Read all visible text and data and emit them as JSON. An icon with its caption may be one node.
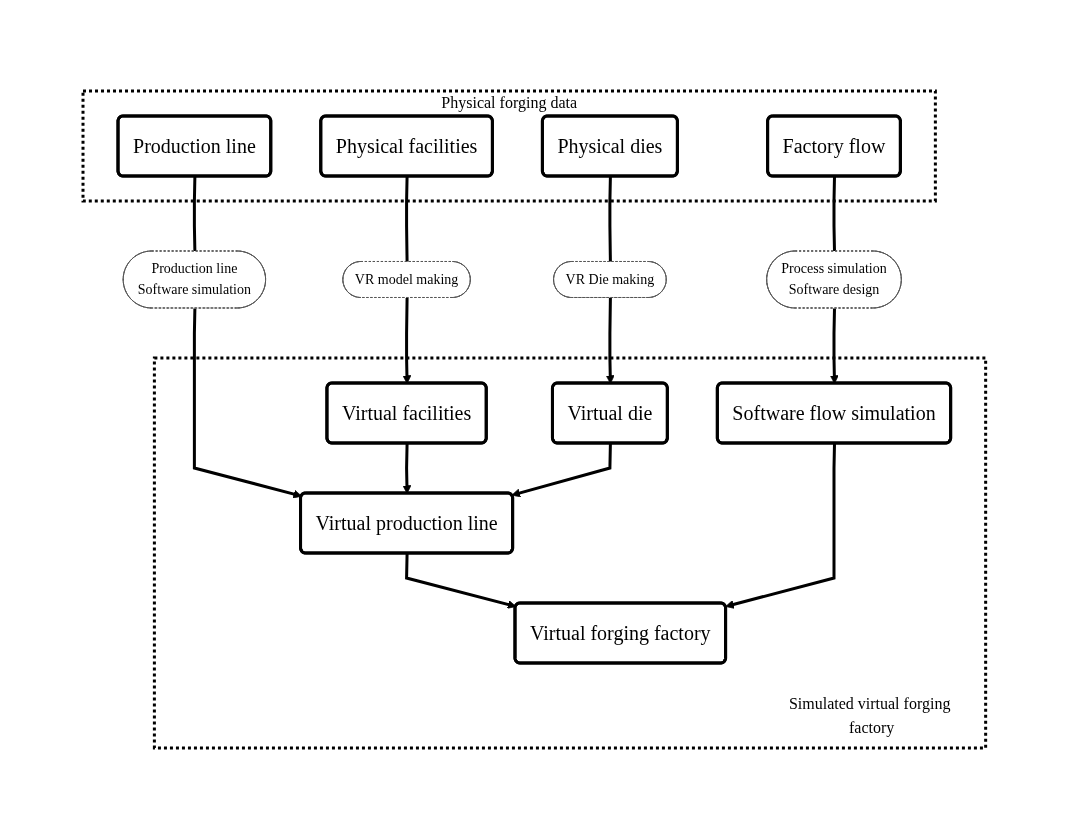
{
  "diagram": {
    "nodes": [
      {
        "text": [
          "Physical forging data"
        ]
      },
      {
        "text": [
          "Physical facilities"
        ],
        "in": 0
      },
      {
        "text": [
          "Physical dies"
        ],
        "in": 0
      },
      {
        "text": [
          "Production line"
        ],
        "in": 0
      },
      {
        "text": [
          "Factory flow"
        ],
        "in": 0
      },
      {
        "text": [
          "VR model making"
        ]
      },
      {
        "text": [
          "VR Die making"
        ]
      },
      {
        "text": [
          "Production line",
          "Software simulation"
        ]
      },
      {
        "text": [
          "Process simulation",
          "Software design"
        ]
      },
      {
        "text": [
          "Simulated virtual forging factory"
        ]
      },
      {
        "text": [
          "Virtual facilities"
        ],
        "in": 9
      },
      {
        "text": [
          "Virtual die"
        ],
        "in": 9
      },
      {
        "text": [
          "Software flow simulation"
        ],
        "in": 9
      },
      {
        "text": [
          "Virtual production line"
        ],
        "in": 9
      },
      {
        "text": [
          "Virtual forging factory"
        ],
        "in": 9
      }
    ],
    "edges": [
      {
        "from": 1,
        "to": 5,
        "arrow": "none"
      },
      {
        "from": 5,
        "to": 10,
        "arrow": "to"
      },
      {
        "from": 2,
        "to": 6,
        "arrow": "none"
      },
      {
        "from": 6,
        "to": 11,
        "arrow": "to"
      },
      {
        "from": 3,
        "to": 7,
        "arrow": "none"
      },
      {
        "from": 7,
        "to": 13,
        "arrow": "to"
      },
      {
        "from": 4,
        "to": 8,
        "arrow": "none"
      },
      {
        "from": 8,
        "to": 12,
        "arrow": "to"
      },
      {
        "from": 10,
        "to": 13,
        "arrow": "to"
      },
      {
        "from": 11,
        "to": 13,
        "arrow": "to"
      },
      {
        "from": 13,
        "to": 14,
        "arrow": "to"
      },
      {
        "from": 12,
        "to": 14,
        "arrow": "to"
      }
    ]
  }
}
